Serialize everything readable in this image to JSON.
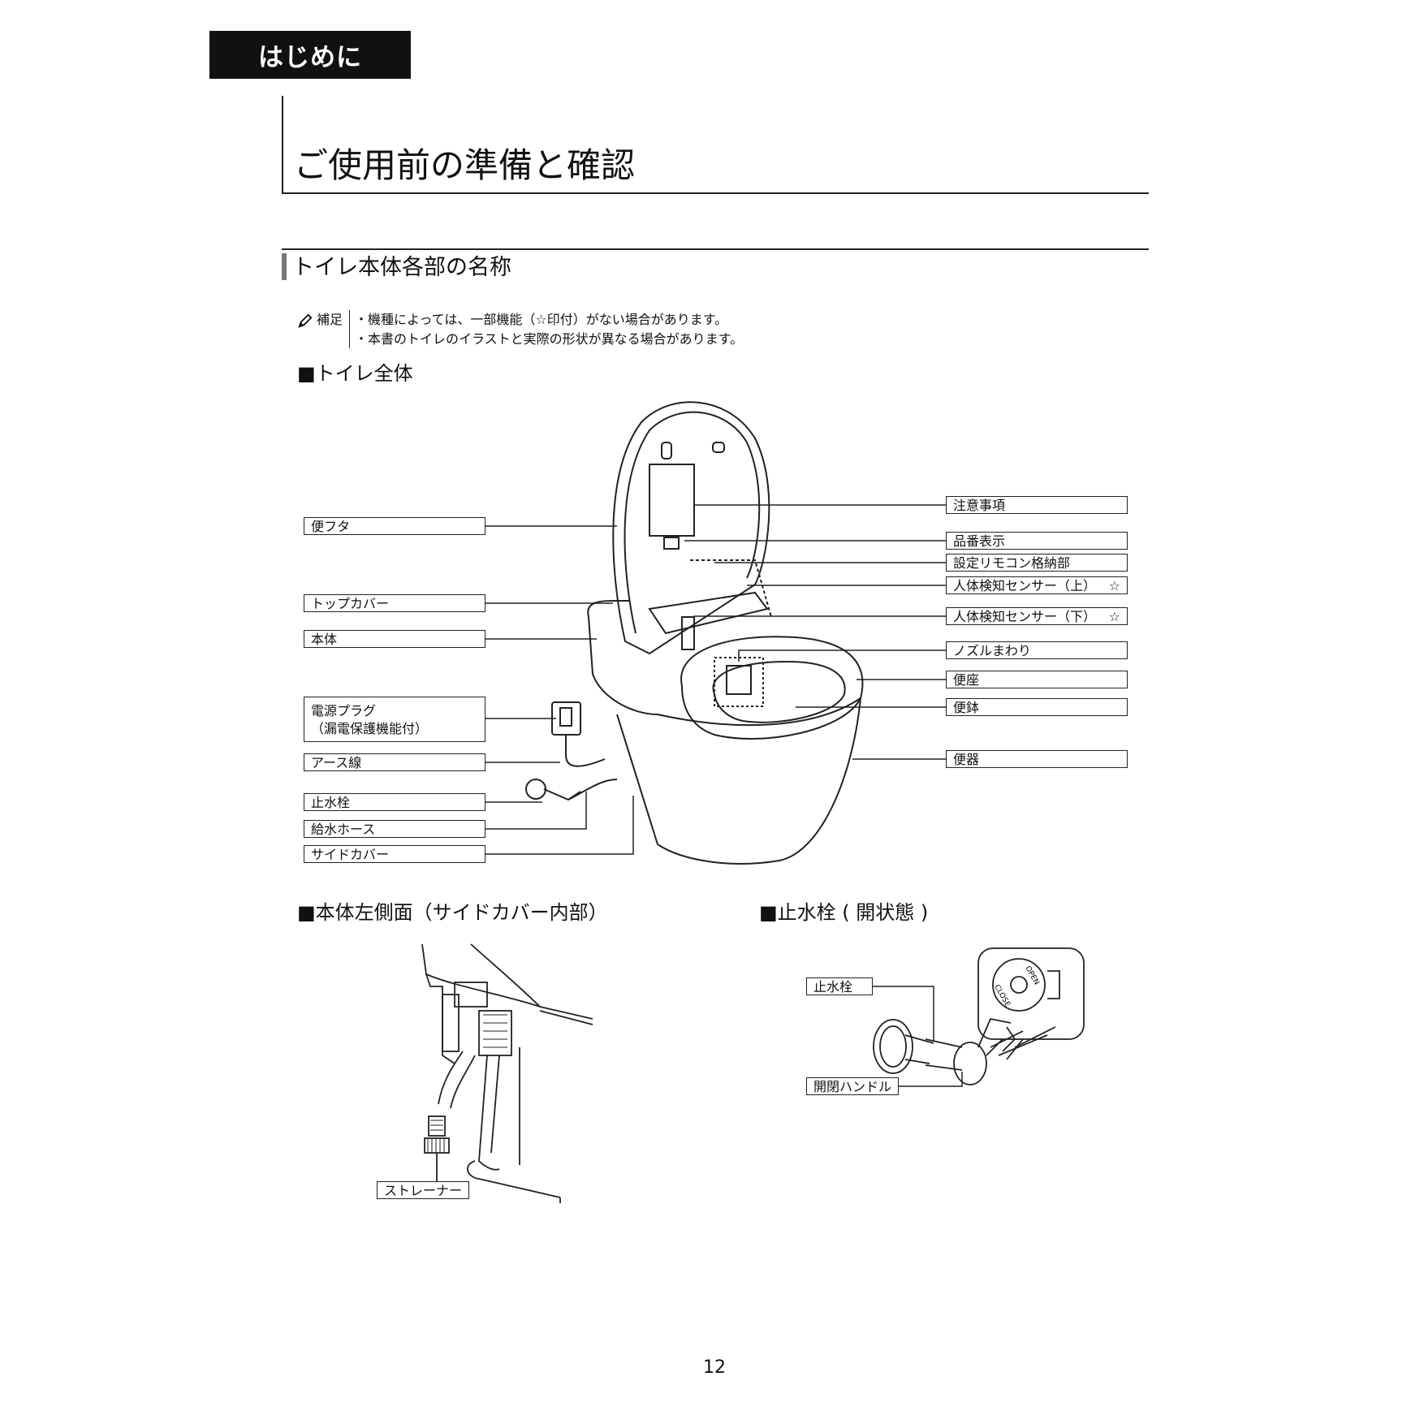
{
  "header": {
    "tab_label": "はじめに"
  },
  "page_title": "ご使用前の準備と確認",
  "section": {
    "title": "トイレ本体各部の名称"
  },
  "note": {
    "icon": "pencil-icon",
    "label": "補足",
    "lines": [
      "・機種によっては、一部機能（☆印付）がない場合があります。",
      "・本書のトイレのイラストと実際の形状が異なる場合があります。"
    ]
  },
  "figure_toilet": {
    "title": "■トイレ全体",
    "left_labels": [
      "便フタ",
      "トップカバー",
      "本体",
      "電源プラグ",
      "（漏電保護機能付）",
      "アース線",
      "止水栓",
      "給水ホース",
      "サイドカバー"
    ],
    "right_labels": [
      "注意事項",
      "品番表示",
      "設定リモコン格納部",
      "人体検知センサー（上）",
      "人体検知センサー（下）",
      "ノズルまわり",
      "便座",
      "便鉢",
      "便器"
    ],
    "star": "☆"
  },
  "figure_side": {
    "title": "■本体左側面（サイドカバー内部）",
    "label": "ストレーナー"
  },
  "figure_valve": {
    "title": "■止水栓 ( 開状態 )",
    "labels": [
      "止水栓",
      "開閉ハンドル"
    ],
    "dial_close": "CLOSE",
    "dial_open": "OPEN"
  },
  "page_number": "12"
}
